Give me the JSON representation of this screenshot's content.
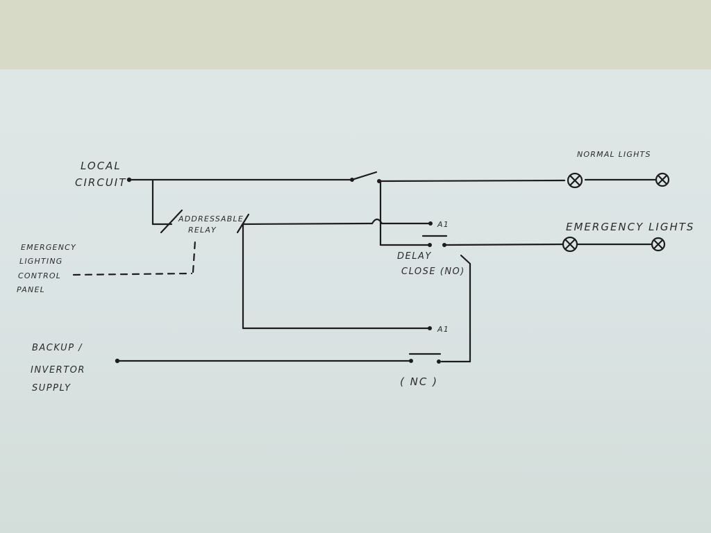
{
  "diagram": {
    "local_circuit": [
      "LOCAL",
      "CIRCUIT"
    ],
    "normal_lights": "NORMAL   LIGHTS",
    "emergency_lights": "EMERGENCY  LIGHTS",
    "addressable_relay": [
      "ADDRESSABLE",
      "RELAY"
    ],
    "emergency_panel": [
      "EMERGENCY",
      "LIGHTING",
      "CONTROL",
      "PANEL"
    ],
    "coil_a1_top": "A1",
    "coil_a1_bottom": "A1",
    "delay_close": [
      "DELAY",
      "CLOSE (NO)"
    ],
    "backup_supply": [
      "BACKUP /",
      "INVERTOR",
      "SUPPLY"
    ],
    "nc_contact": "( NC )"
  }
}
